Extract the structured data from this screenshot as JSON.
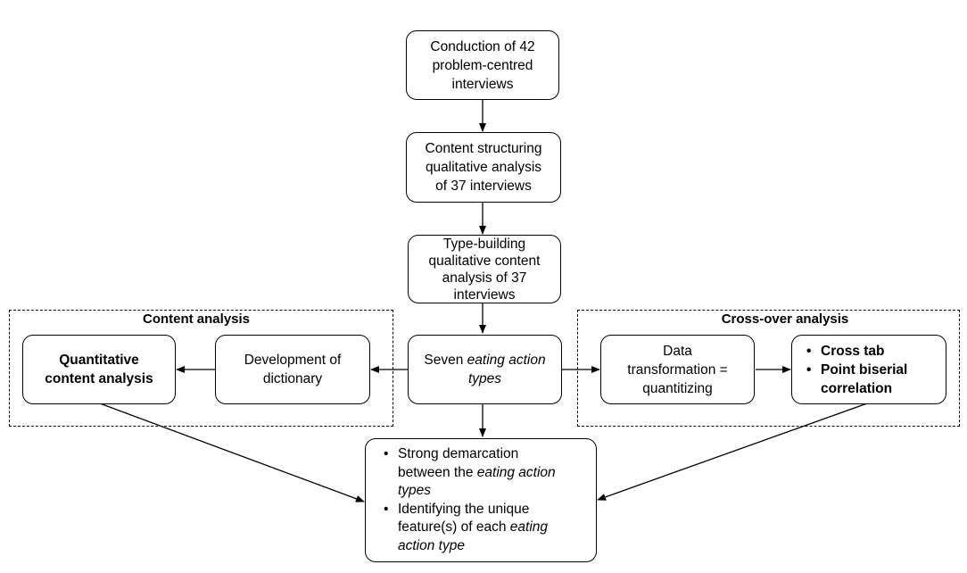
{
  "boxes": {
    "conduction": {
      "line1": "Conduction of 42",
      "line2": "problem-centred",
      "line3": "interviews"
    },
    "structuring": {
      "line1": "Content structuring",
      "line2": "qualitative analysis",
      "line3": "of 37 interviews"
    },
    "typebuilding": {
      "line1": "Type-building",
      "line2": "qualitative content",
      "line3": "analysis of 37",
      "line4": "interviews"
    },
    "seven": {
      "prefix": "Seven ",
      "italic1": "eating action",
      "italic2": "types"
    },
    "development": {
      "line1": "Development of",
      "line2": "dictionary"
    },
    "quantitative": {
      "line1": "Quantitative",
      "line2": "content analysis"
    },
    "transformation": {
      "line1": "Data",
      "line2": "transformation =",
      "line3": "quantitizing"
    },
    "crosstab": {
      "item1": "Cross tab",
      "item2_line1": "Point biserial",
      "item2_line2": "correlation"
    },
    "result": {
      "item1_a": "Strong demarcation",
      "item1_b": "between the ",
      "item1_c": "eating action",
      "item1_d": "types",
      "item2_a": "Identifying the unique",
      "item2_b": "feature(s) of each ",
      "item2_c": "eating",
      "item2_d": "action type"
    }
  },
  "groups": {
    "content_analysis": "Content analysis",
    "crossover_analysis": "Cross-over analysis"
  }
}
